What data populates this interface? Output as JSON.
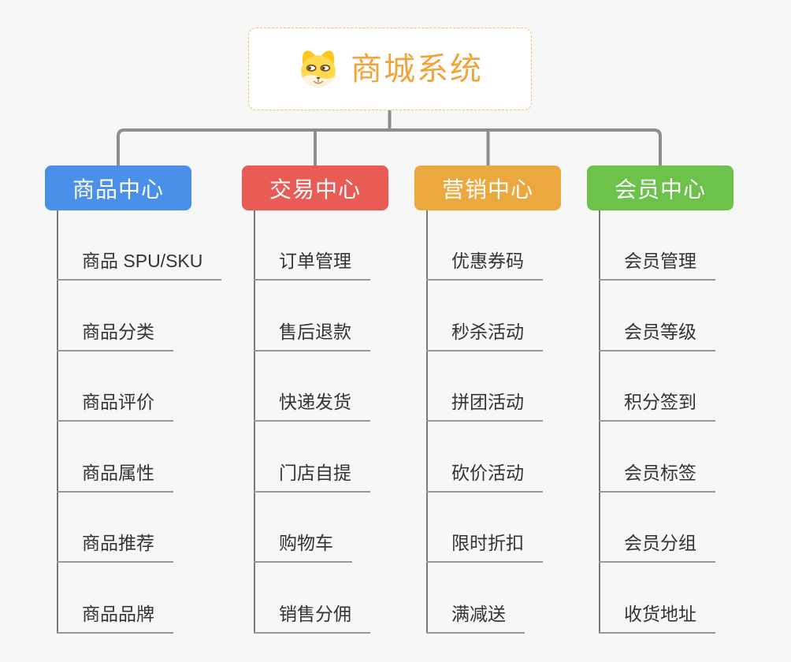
{
  "root": {
    "title": "商城系统",
    "icon": "dog-face-icon",
    "title_color": "#F0A53C",
    "border_color": "#EFBF76"
  },
  "connectors": {
    "tree_color": "#8E8E8E",
    "branch_line_color": "#77777C",
    "underline_color": "#98989D"
  },
  "branches": [
    {
      "label": "商品中心",
      "color": "#4A8FE9",
      "items": [
        "商品 SPU/SKU",
        "商品分类",
        "商品评价",
        "商品属性",
        "商品推荐",
        "商品品牌"
      ]
    },
    {
      "label": "交易中心",
      "color": "#E85C55",
      "items": [
        "订单管理",
        "售后退款",
        "快递发货",
        "门店自提",
        "购物车",
        "销售分佣"
      ]
    },
    {
      "label": "营销中心",
      "color": "#EAA83E",
      "items": [
        "优惠券码",
        "秒杀活动",
        "拼团活动",
        "砍价活动",
        "限时折扣",
        "满减送"
      ]
    },
    {
      "label": "会员中心",
      "color": "#6CC24A",
      "items": [
        "会员管理",
        "会员等级",
        "积分签到",
        "会员标签",
        "会员分组",
        "收货地址"
      ]
    }
  ]
}
